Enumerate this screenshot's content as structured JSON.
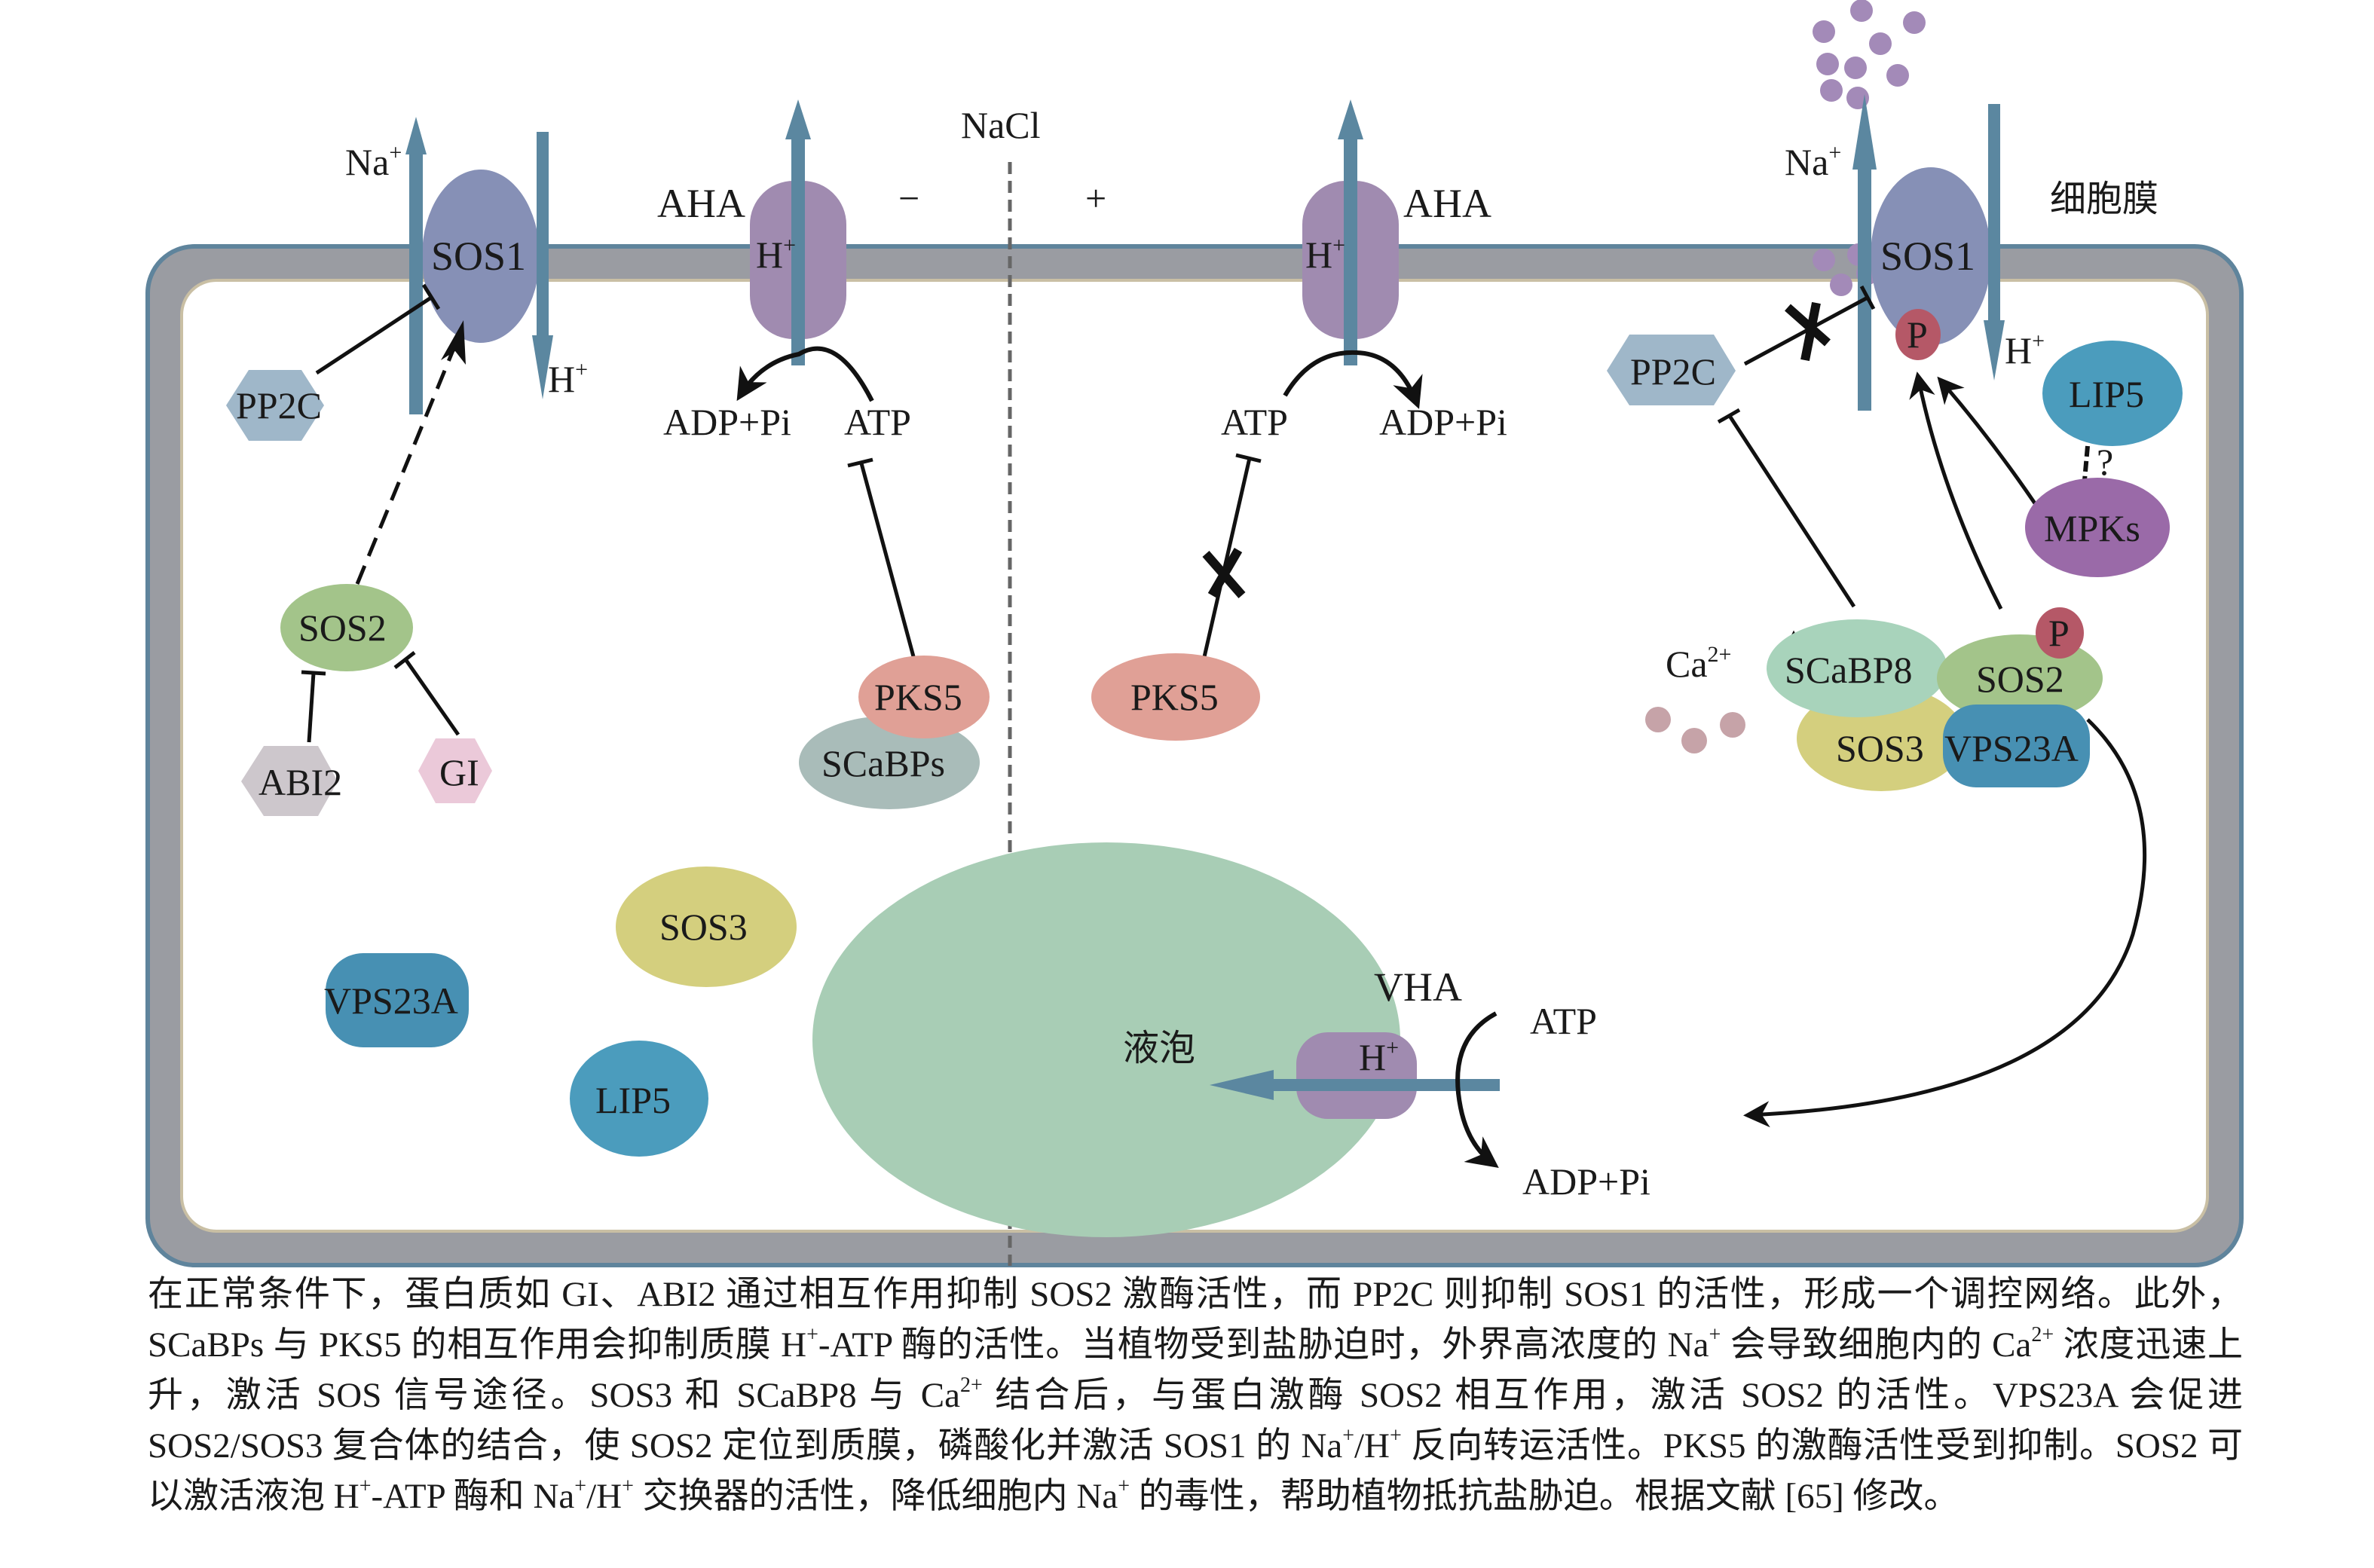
{
  "figure": {
    "condition_label": "NaCl",
    "condition_minus": "−",
    "condition_plus": "+",
    "membrane_label": "细胞膜",
    "vacuole_label": "液泡",
    "colors": {
      "membrane_gray": "#9a9ca2",
      "membrane_edge": "#5f849c",
      "transport_arrow": "#5b87a0",
      "sos1": "#8690b6",
      "aha": "#a08bb0",
      "sos2": "#a3c48a",
      "sos3": "#d4cf7e",
      "pp2c": "#9fb7c9",
      "abi2": "#cdc7cc",
      "gi": "#ebc9d9",
      "pks5": "#e0a096",
      "scabps": "#a9bcb9",
      "vps23a": "#4790b3",
      "lip5": "#4b9cbd",
      "mpks": "#9a6aa8",
      "scabp8": "#a8d3bb",
      "phospho": "#b55867",
      "vacuole": "#a8cdb5",
      "na_ion": "#a38ab8",
      "ca_ion": "#c6a3a8"
    },
    "left_panel": {
      "sos1": {
        "label": "SOS1",
        "na": "Na",
        "na_sup": "+",
        "h": "H",
        "h_sup": "+"
      },
      "pp2c": "PP2C",
      "sos2": "SOS2",
      "abi2": "ABI2",
      "gi": "GI",
      "aha": {
        "label": "AHA",
        "h": "H",
        "h_sup": "+"
      },
      "adp": "ADP+Pi",
      "atp": "ATP",
      "pks5": "PKS5",
      "scabps": "SCaBPs",
      "sos3": "SOS3",
      "vps23a": "VPS23A",
      "lip5": "LIP5"
    },
    "right_panel": {
      "aha": {
        "label": "AHA",
        "h": "H",
        "h_sup": "+"
      },
      "atp": "ATP",
      "adp": "ADP+Pi",
      "pks5": "PKS5",
      "sos1": {
        "label": "SOS1",
        "na": "Na",
        "na_sup": "+",
        "h": "H",
        "h_sup": "+"
      },
      "pp2c": "PP2C",
      "phospho": "P",
      "lip5": "LIP5",
      "question": "?",
      "mpks": "MPKs",
      "ca": "Ca",
      "ca_sup": "2+",
      "scabp8": "SCaBP8",
      "sos2": "SOS2",
      "sos2_phospho": "P",
      "sos3": "SOS3",
      "vps23a": "VPS23A",
      "vha": {
        "label": "VHA",
        "h": "H",
        "h_sup": "+"
      },
      "vha_atp": "ATP",
      "vha_adp": "ADP+Pi"
    }
  },
  "caption": [
    {
      "t": "在正常条件下，蛋白质如 GI、ABI2 通过相互作用抑制 SOS2 激酶活性，而 PP2C 则抑制 SOS1 的活性，形成一个调控网络。此外，SCaBPs 与 PKS5 的相互作用会抑制质膜 H"
    },
    {
      "s": "+"
    },
    {
      "t": "-ATP 酶的活性。当植物受到盐胁迫时，外界高浓度的 Na"
    },
    {
      "s": "+"
    },
    {
      "t": " 会导致细胞内的 Ca"
    },
    {
      "s": "2+"
    },
    {
      "t": " 浓度迅速上升，激活 SOS 信号途径。SOS3 和 SCaBP8 与 Ca"
    },
    {
      "s": "2+"
    },
    {
      "t": " 结合后，与蛋白激酶 SOS2 相互作用，激活 SOS2 的活性。VPS23A 会促进 SOS2/SOS3 复合体的结合，使 SOS2 定位到质膜，磷酸化并激活 SOS1 的 Na"
    },
    {
      "s": "+"
    },
    {
      "t": "/H"
    },
    {
      "s": "+"
    },
    {
      "t": " 反向转运活性。PKS5 的激酶活性受到抑制。SOS2 可以激活液泡 H"
    },
    {
      "s": "+"
    },
    {
      "t": "-ATP 酶和 Na"
    },
    {
      "s": "+"
    },
    {
      "t": "/H"
    },
    {
      "s": "+"
    },
    {
      "t": " 交换器的活性，降低细胞内 Na"
    },
    {
      "s": "+"
    },
    {
      "t": " 的毒性，帮助植物抵抗盐胁迫。根据文献 [65] 修改。"
    }
  ]
}
